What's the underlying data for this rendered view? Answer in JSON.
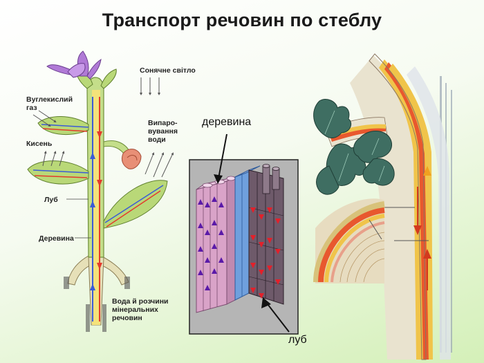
{
  "title": "Транспорт речовин по стеблу",
  "plant_labels": {
    "sunlight": "Сонячне світло",
    "co2": "Вуглекислий\nгаз",
    "evaporation": "Випаро-\nвування\nводи",
    "oxygen": "Кисень",
    "phloem": "Луб",
    "xylem": "Деревина",
    "water": "Вода й розчини\nмінеральних\nречовин"
  },
  "block_labels": {
    "xylem": "деревина",
    "phloem": "луб"
  },
  "colors": {
    "flow_up": "#3b5bd6",
    "flow_down": "#e33b2c",
    "leaf": "#b9d878",
    "flower": "#b07ad6",
    "stem_core": "#f4e27a"
  }
}
